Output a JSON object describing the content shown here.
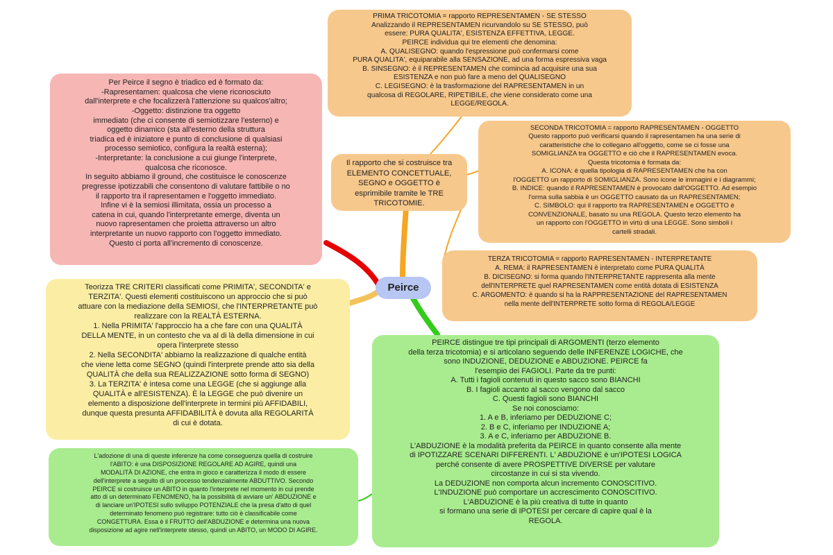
{
  "central": {
    "label": "Peirce"
  },
  "colors": {
    "pink": "#f6b6b4",
    "orange": "#f7c88c",
    "yellow": "#fbeea4",
    "green": "#a9ec8f",
    "central": "#b7c6f2",
    "link_red": "#e60000",
    "link_orange": "#f5a623",
    "link_yellow": "#f3c25a",
    "link_green": "#33cc1a"
  },
  "boxes": {
    "definition": {
      "lines": [
        "Per Peirce il segno è triadico ed è formato da:",
        "-Rapresentamen: qualcosa che viene riconosciuto",
        "dall'interprete e che focalizzerà l'attenzione su qualcos'altro;",
        "-Oggetto: distinzione tra oggetto",
        "immediato (che ci consente di semiotizzare l'esterno) e",
        "oggetto dinamico (sta all'esterno della struttura",
        "triadica ed è iniziatore e punto di conclusione di qualsiasi",
        "processo semiotico, configura la realtà esterna);",
        "-Interpretante: la conclusione a cui giunge l'interprete,",
        "qualcosa che riconosce.",
        "In seguito abbiamo il ground, che costituisce le conoscenze",
        "pregresse ipotizzabili che consentono di valutare fattibile o no",
        "il rapporto tra il rapresentamen e l'oggetto immediato.",
        "Infine vi è la semiosi illimitata, ossia un processo a",
        "catena in cui, quando l'interpretante emerge, diventa un",
        "nuovo rapresentamen che proietta attraverso un altro",
        "interpretante un nuovo rapporto con l'oggetto immediato.",
        "Questo ci porta all'incremento di conoscenze."
      ]
    },
    "tricotomie_intro": {
      "lines": [
        "Il rapporto che si costruisce tra",
        "ELEMENTO CONCETTUALE,",
        "SEGNO e OGGETTO è",
        "esprimibile tramite le TRE",
        "TRICOTOMIE."
      ]
    },
    "prima": {
      "lines": [
        "PRIMA TRICOTOMIA = rapporto REPRESENTAMEN - SE STESSO",
        "Analizzando il REPRESENTAMEN ricurvandolo su SE STESSO, può",
        "essere: PURA QUALITA', ESISTENZA EFFETTIVA, LEGGE.",
        "PEIRCE individua qui tre elementi che denomina:",
        "A. QUALISEGNO: quando l'espressione può confermarsi come",
        "PURA QUALITA', equiparabile alla SENSAZIONE, ad una forma espressiva vaga",
        "B. SINSEGNO: è il REPRESENTAMEN che comincia ad acquisire una sua",
        "ESISTENZA e non può fare a meno del QUALISEGNO",
        "C. LEGISEGNO: è la trasformazione del RAPRESENTAMEN in un",
        "qualcosa di REGOLARE, RIPETIBILE, che viene considerato come una",
        "LEGGE/REGOLA."
      ]
    },
    "seconda": {
      "lines": [
        "SECONDA TRICOTOMIA = rapporto RAPRESENTAMEN - OGGETTO",
        "Questo rapporto può verificarsi quando il rapresentamen ha una serie di",
        "caratteristiche che lo collegano all'oggetto, come se ci fosse una",
        "SOMIGLIANZA tra OGGETTO e ciò che il RAPRESENTAMEN evoca.",
        "Questa tricotomia è formata da:",
        "A. ICONA: è quella tipologia di RAPRESENTAMEN che ha con",
        "l'OGGETTO un rapporto di SOMIGLIANZA. Sono icone le immagini e i diagrammi;",
        "B. INDICE: quando il RAPRESENTAMEN è provocato dall'OGGETTO. Ad esempio",
        "l'orma sulla sabbia è un OGGETTO causato da un RAPRESENTAMEN;",
        "C. SIMBOLO: qui il rapporto tra RAPRESENTAMEN e OGGETTO è",
        "CONVENZIONALE, basato su una REGOLA. Questo terzo elemento ha",
        "un rapporto con l'OGGETTO in virtù di una LEGGE. Sono simboli i",
        "cartelli stradali."
      ]
    },
    "terza": {
      "lines": [
        "TERZA TRICOTOMIA = rapporto RAPRESENTAMEN - INTERPRETANTE",
        "A. REMA: il RAPRESENTAMEN è interpretato come PURA QUALITÀ",
        "B. DICISEGNO: si forma quando l'INTERPRETANTE rappresenta alla mente",
        "dell'INTERPRETE quel RAPRESENTAMEN come entità dotata di ESISTENZA",
        "C. ARGOMENTO: è quando si ha la RAPPRESENTAZIONE del RAPRESENTAMEN",
        "nella mente dell'INTERPRETE sotto forma di REGOLA/LEGGE"
      ]
    },
    "criteri": {
      "lines": [
        "Teorizza TRE CRITERI classificati come PRIMITA', SECONDITA' e",
        "TERZITA'. Questi elementi costituiscono un approccio che si può",
        "attuare con la mediazione della SEMIOSI, che l'INTERPRETANTE può",
        "realizzare con la REALTÀ ESTERNA.",
        "1. Nella PRIMITA' l'approccio ha a che fare con una QUALITÀ",
        "DELLA MENTE, in un contesto che va al di là della dimensione in cui",
        "opera l'interprete stesso",
        "2. Nella SECONDITA' abbiamo la realizzazione di qualche entità",
        "che viene letta come SEGNO (quindi l'interprete prende atto sia della",
        "QUALITÀ che della sua REALIZZAZIONE sotto forma di SEGNO)",
        "3. La TERZITA' è intesa come una LEGGE (che si aggiunge alla",
        "QUALITÀ e all'ESISTENZA). È la LEGGE che può divenire un",
        "elemento a disposizione dell'interprete in termini più AFFIDABILI,",
        "dunque questa presunta AFFIDABILITÀ è dovuta alla REGOLARITÀ",
        "di cui è dotata."
      ]
    },
    "argomenti": {
      "lines": [
        "PEIRCE distingue tre tipi principali di ARGOMENTI (terzo elemento",
        "della terza tricotomia) e si articolano seguendo delle INFERENZE LOGICHE, che",
        "sono INDUZIONE, DEDUZIONE e ABDUZIONE. PEIRCE fa",
        "l'esempio dei FAGIOLI. Parte da tre punti:",
        "A. Tutti i fagioli contenuti in questo sacco sono BIANCHI",
        "B. I fagioli accanto al sacco vengono dal sacco",
        "C. Questi fagioli sono BIANCHI",
        "Se noi conosciamo:",
        "1. A e B, inferiamo per DEDUZIONE C;",
        "2. B e C, inferiamo per INDUZIONE A;",
        "3. A e C, inferiamo per ABDUZIONE B.",
        "L'ABDUZIONE è la modalità preferita da PEIRCE in quanto consente alla mente",
        "di IPOTIZZARE SCENARI DIFFERENTI. L' ABDUZIONE è un'IPOTESI LOGICA",
        "perché consente di avere PROSPETTIVE DIVERSE per valutare",
        "circostanze in cui si sta vivendo.",
        "La DEDUZIONE non comporta alcun incremento CONOSCITIVO.",
        "L'INDUZIONE può comportare un accrescimento CONOSCITIVO.",
        "L'ABDUZIONE è la più creativa di tutte in quanto",
        "si formano una serie di IPOTESI per cercare di capire qual è la",
        "REGOLA."
      ]
    },
    "abito": {
      "lines": [
        "L'adozione di una di queste inferenze ha come conseguenza quella di costruire",
        "l'ABITO: è una DISPOSIZIONE REGOLARE AD AGIRE, quindi una",
        "MODALITÀ DI AZIONE, che entra in gioco e caratterizza il modo di essere",
        "dell'interprete a seguito di un processo tendenzialmente ABDUTTIVO. Secondo",
        "PEIRCE si costruisce un ABITO in quanto l'interprete nel momento in cui prende",
        "atto di un determinato FENOMENO, ha la possibilità di avviare un' ABDUZIONE e",
        "di lanciare un'IPOTESI sullo sviluppo POTENZIALE che la presa d'atto di quel",
        "determinato fenomeno può registrare: tutto ciò è classificabile come",
        "CONGETTURA. Essa è il FRUTTO dell'ABDUZIONE e determina una nuova",
        "disposizione ad agire nell'interprete stesso, quindi un ABITO, un MODO DI AGIRE."
      ]
    }
  }
}
